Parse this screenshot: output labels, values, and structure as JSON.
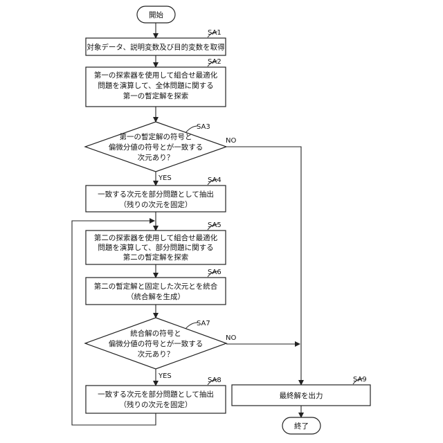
{
  "start": {
    "label": "開始"
  },
  "end": {
    "label": "終了"
  },
  "steps": {
    "sa1": {
      "id": "SA1",
      "lines": [
        "対象データ、説明変数及び目的変数を取得"
      ]
    },
    "sa2": {
      "id": "SA2",
      "lines": [
        "第一の探索器を使用して組合せ最適化",
        "問題を演算して、全体問題に関する",
        "第一の暫定解を探索"
      ]
    },
    "sa3": {
      "id": "SA3",
      "lines": [
        "第一の暫定解の符号と",
        "偏微分値の符号とが一致する",
        "次元あり？"
      ],
      "yes": "YES",
      "no": "NO"
    },
    "sa4": {
      "id": "SA4",
      "lines": [
        "一致する次元を部分問題として抽出",
        "（残りの次元を固定）"
      ]
    },
    "sa5": {
      "id": "SA5",
      "lines": [
        "第二の探索器を使用して組合せ最適化",
        "問題を演算して、部分問題に関する",
        "第二の暫定解を探索"
      ]
    },
    "sa6": {
      "id": "SA6",
      "lines": [
        "第二の暫定解と固定した次元とを統合",
        "（統合解を生成）"
      ]
    },
    "sa7": {
      "id": "SA7",
      "lines": [
        "統合解の符号と",
        "偏微分値の符号とが一致する",
        "次元あり？"
      ],
      "yes": "YES",
      "no": "NO"
    },
    "sa8": {
      "id": "SA8",
      "lines": [
        "一致する次元を部分問題として抽出",
        "（残りの次元を固定）"
      ]
    },
    "sa9": {
      "id": "SA9",
      "lines": [
        "最終解を出力"
      ]
    }
  }
}
